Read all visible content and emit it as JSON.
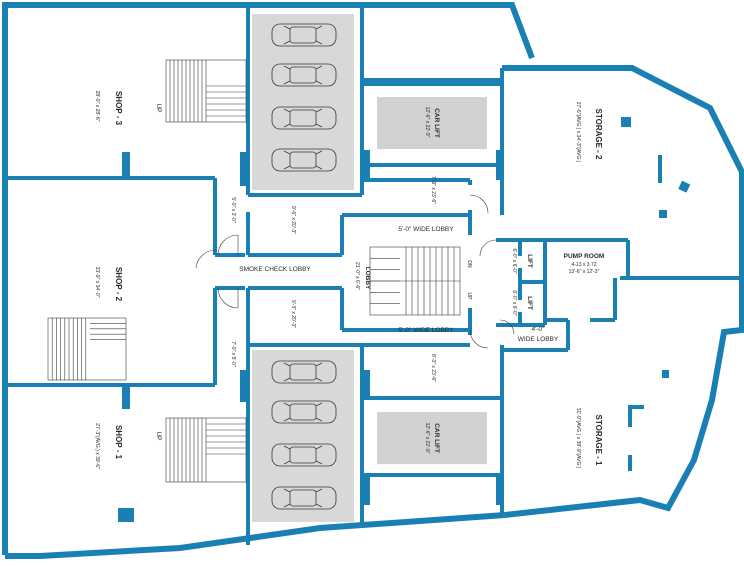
{
  "colors": {
    "wall": "#1a7fb2",
    "parking": "#d8d8d8",
    "lift_fill": "#d2d2d2",
    "line": "#3a3a3a"
  },
  "shops": [
    {
      "name": "SHOP - 3",
      "size": "28'-0\" x 28'-6\""
    },
    {
      "name": "SHOP - 2",
      "size": "33'-9\" x 34'-0\""
    },
    {
      "name": "SHOP - 1",
      "size": "27'-3\"(AVG.) x 39'-6\""
    }
  ],
  "storage": [
    {
      "name": "STORAGE - 2",
      "size": "27'-6\"(AVG.) x 34'-3\"(AVG.)"
    },
    {
      "name": "STORAGE - 1",
      "size": "31'-0\"(AVG.) x 38'-9\"(AVG.)"
    }
  ],
  "car_lifts": [
    {
      "name": "CAR LIFT",
      "size": "12'-6\" x 22'-9\""
    },
    {
      "name": "CAR LIFT",
      "size": "12'-6\" x 22'-9\""
    }
  ],
  "lobby": {
    "name": "LOBBY",
    "size": "21'-0\" x 6'-6\""
  },
  "lobby_labels": {
    "wide_top": "5'-0\" WIDE LOBBY",
    "wide_bottom": "5'-0\" WIDE LOBBY",
    "wide_right_1": "4'-0\"",
    "wide_right_2": "WIDE LOBBY"
  },
  "smoke_lobby": "SMOKE CHECK LOBBY",
  "pump_room": {
    "name": "PUMP ROOM",
    "size1": "4-13 x 3.72",
    "size2": "13'-6\" x 12'-3\""
  },
  "lifts": [
    {
      "name": "LIFT",
      "size": "6'-0\" x 6'-0\""
    },
    {
      "name": "LIFT",
      "size": "6'-0\" x 6'-0\""
    }
  ],
  "stair_labels": {
    "up": "UP",
    "dn": "DN"
  },
  "dims": {
    "d1": "7'-9\" x 23'-6\"",
    "d2": "9'-6\" x 20'-3\"",
    "d3": "5'-0\" x 3'-0\"",
    "d4": "9'-3\" x 20'-3\"",
    "d5": "7'-0\" x 5'-0\"",
    "d6": "8'-3\" x 23'-6\""
  }
}
